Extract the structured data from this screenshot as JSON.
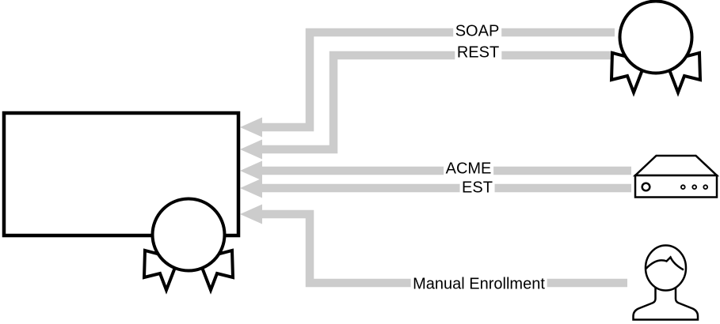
{
  "diagram": {
    "colors": {
      "background": "#ffffff",
      "outline": "#000000",
      "connector": "#cccccc",
      "label_background": "#ffffff",
      "label_text": "#000000"
    },
    "connectors": [
      {
        "id": "soap",
        "label": "SOAP"
      },
      {
        "id": "rest",
        "label": "REST"
      },
      {
        "id": "acme",
        "label": "ACME"
      },
      {
        "id": "est",
        "label": "EST"
      },
      {
        "id": "manual",
        "label": "Manual Enrollment"
      }
    ],
    "nodes": {
      "ca_box": {
        "icon": "certificate-ribbon-icon"
      },
      "service": {
        "icon": "certificate-ribbon-icon"
      },
      "appliance": {
        "icon": "server-appliance-icon"
      },
      "operator": {
        "icon": "person-icon"
      }
    }
  }
}
